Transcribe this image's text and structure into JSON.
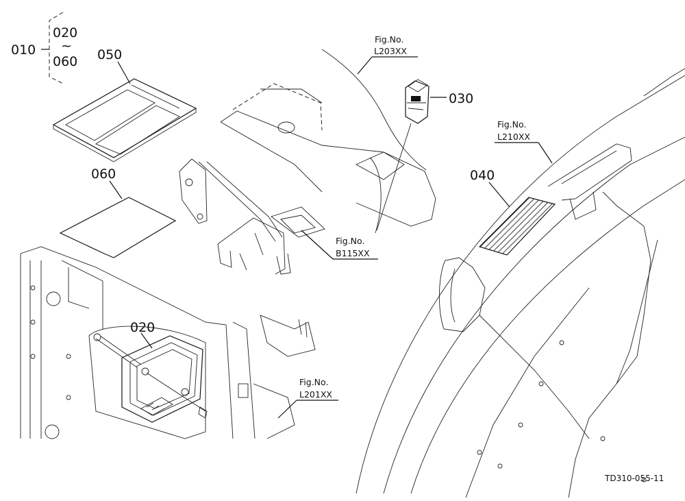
{
  "callouts": {
    "p010": "010",
    "p020_range_start": "020",
    "range_sep": "~",
    "p060_range_end": "060",
    "p050": "050",
    "p060": "060",
    "p030": "030",
    "p040": "040",
    "p020": "020"
  },
  "figure_refs": {
    "l203_caption": "Fig.No.",
    "l203_code": "L203XX",
    "l210_caption": "Fig.No.",
    "l210_code": "L210XX",
    "b115_caption": "Fig.No.",
    "b115_code": "B115XX",
    "l201_caption": "Fig.No.",
    "l201_code": "L201XX"
  },
  "drawing_code": "TD310-055-11"
}
